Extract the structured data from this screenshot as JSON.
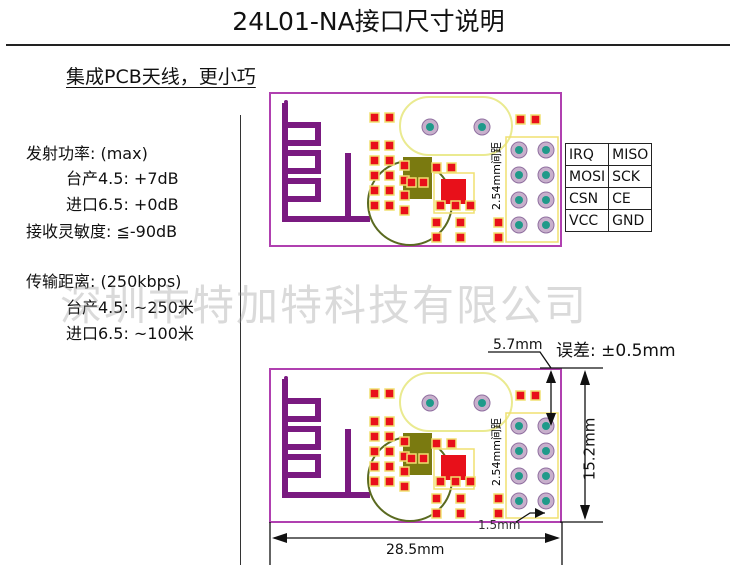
{
  "title": "24L01-NA接口尺寸说明",
  "subtitle": "集成PCB天线，更小巧",
  "specs": {
    "tx_power": "发射功率: (max)",
    "tx_domestic": "台产4.5: +7dB",
    "tx_import": "进口6.5: +0dB",
    "rx_sensitivity": "接收灵敏度: ≦-90dB",
    "range": "传输距离: (250kbps)",
    "range_domestic": "台产4.5: ~250米",
    "range_import": "进口6.5: ~100米"
  },
  "watermark": "深圳市特加特科技有限公司",
  "pitch_label": "2.54mm间距",
  "pin_table": [
    [
      "IRQ",
      "MISO"
    ],
    [
      "MOSI",
      "SCK"
    ],
    [
      "CSN",
      "CE"
    ],
    [
      "VCC",
      "GND"
    ]
  ],
  "dimensions": {
    "top_offset": "5.7mm",
    "tolerance": "误差: ±0.5mm",
    "height": "15.2mm",
    "side_offset": "1.5mm",
    "width": "28.5mm"
  },
  "colors": {
    "board_outline": "#b040b0",
    "antenna": "#7a1a80",
    "pad": "#e8101a",
    "pad_outline": "#f0e070",
    "pin": "#1f9a8a",
    "chip_base": "#7a7a10"
  }
}
